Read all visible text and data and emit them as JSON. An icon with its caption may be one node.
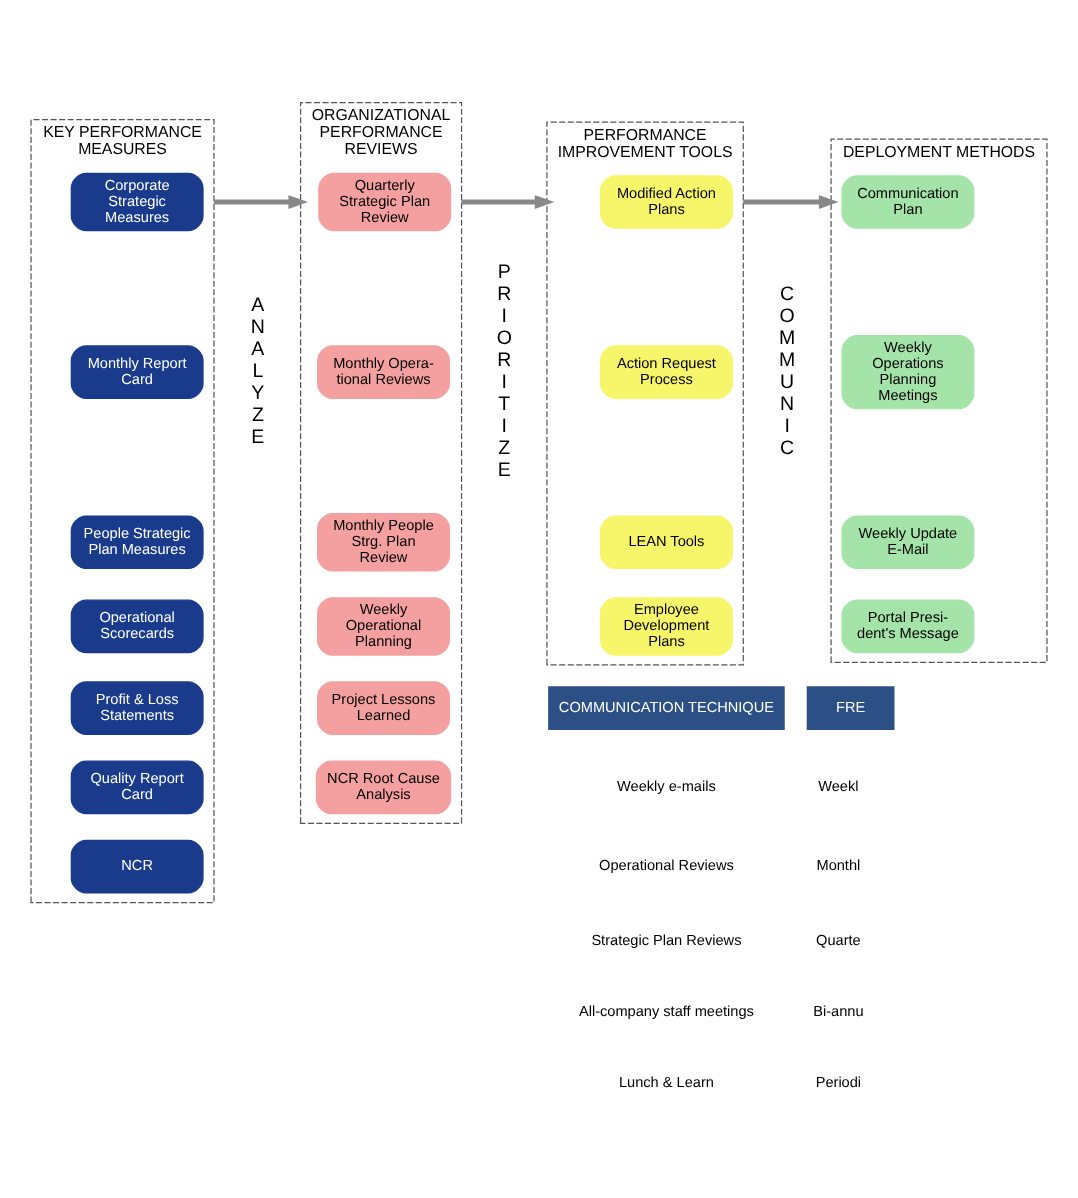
{
  "diagram": {
    "nodes": [
      {
        "text": [
          "KEY PERFORMANCE MEASURES"
        ]
      },
      {
        "text": [
          "Corporate Strategic Measures"
        ],
        "in": 0
      },
      {
        "text": [
          "Monthly Report Card"
        ],
        "in": 0
      },
      {
        "text": [
          "People Strategic Plan Measures"
        ],
        "in": 0
      },
      {
        "text": [
          "Operational Scorecards"
        ],
        "in": 0
      },
      {
        "text": [
          "Profit & Loss Statements"
        ],
        "in": 0
      },
      {
        "text": [
          "Quality Report Card"
        ],
        "in": 0
      },
      {
        "text": [
          "NCR"
        ],
        "in": 0
      },
      {
        "text": [
          "ORGANIZATIONAL PERFORMANCE REVIEWS"
        ]
      },
      {
        "text": [
          "Quarterly Strategic Plan Review"
        ],
        "in": 8
      },
      {
        "text": [
          "Monthly Opera- tional Reviews"
        ],
        "in": 8
      },
      {
        "text": [
          "Monthly People Strg. Plan Review"
        ],
        "in": 8
      },
      {
        "text": [
          "Weekly Operational Planning"
        ],
        "in": 8
      },
      {
        "text": [
          "Project Lessons Learned"
        ],
        "in": 8
      },
      {
        "text": [
          "NCR Root Cause Analysis"
        ],
        "in": 8
      },
      {
        "text": [
          "PERFORMANCE IMPROVEMENT TOOLS"
        ]
      },
      {
        "text": [
          "Modified Action Plans"
        ],
        "in": 15
      },
      {
        "text": [
          "Action Request Process"
        ],
        "in": 15
      },
      {
        "text": [
          "LEAN Tools"
        ],
        "in": 15
      },
      {
        "text": [
          "Employee Development Plans"
        ],
        "in": 15
      },
      {
        "text": [
          "DEPLOYMENT METHODS"
        ]
      },
      {
        "text": [
          "Communication Plan"
        ],
        "in": 20
      },
      {
        "text": [
          "Weekly Operations Planning Meetings"
        ],
        "in": 20
      },
      {
        "text": [
          "Weekly Update E-Mail"
        ],
        "in": 20
      },
      {
        "text": [
          "Portal Presi- dent's Message"
        ],
        "in": 20
      }
    ],
    "edges": [
      {
        "from": 0,
        "to": 8,
        "arrow": "to"
      },
      {
        "from": 8,
        "to": 15,
        "arrow": "to"
      },
      {
        "from": 15,
        "to": 20,
        "arrow": "to"
      }
    ],
    "labels": [
      "ANALYZE",
      "PRIORITIZE",
      "COMMUNIC",
      "COMMUNICATION TECHNIQUE",
      "FRE",
      "Weekly e-mails",
      "Weekl",
      "Operational Reviews",
      "Monthl",
      "Strategic Plan Reviews",
      "Quarte",
      "All-company staff meetings",
      "Bi-annu",
      "Lunch & Learn",
      "Periodi"
    ]
  }
}
